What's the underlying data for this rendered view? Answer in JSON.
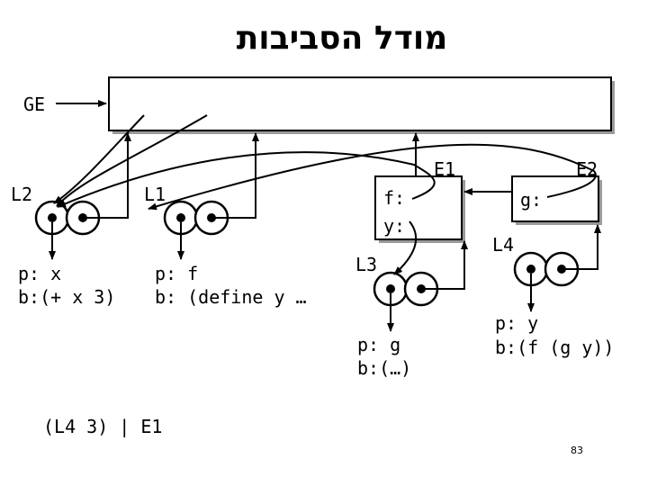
{
  "slide": {
    "title": "מודל הסביבות",
    "page_number": "83"
  },
  "frames": {
    "ge_label": "GE",
    "e1_label": "E1",
    "e1_binding_f": "f:",
    "e1_binding_y": "y:",
    "e2_label": "E2",
    "e2_binding_g": "g:"
  },
  "closures": {
    "l1_label": "L1",
    "l2_label": "L2",
    "l3_label": "L3",
    "l4_label": "L4"
  },
  "procedures": {
    "l2_params": "p: x",
    "l2_body": "b:(+ x 3)",
    "l1_params": "p: f",
    "l1_body": "b: (define y …",
    "l3_params": "p: g",
    "l3_body": "b:(…)",
    "l4_params": "p: y",
    "l4_body": "b:(f (g y))"
  },
  "evaluation": {
    "expression": "(L4 3) | E1"
  }
}
